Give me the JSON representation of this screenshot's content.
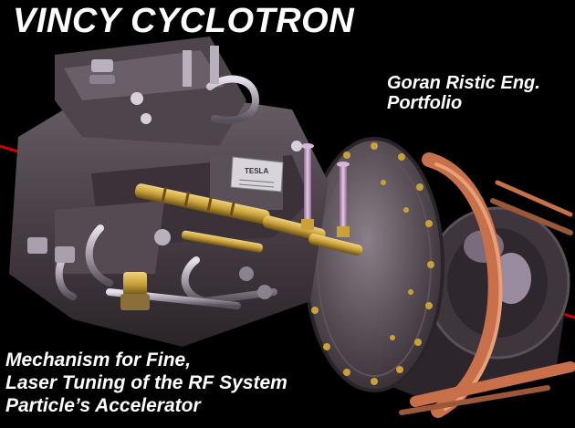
{
  "header": {
    "title": "VINCY CYCLOTRON"
  },
  "author": {
    "line1": "Goran Ristic Eng.",
    "line2": "Portfolio"
  },
  "caption": {
    "line1": "Mechanism for Fine,",
    "line2": "Laser Tuning of the RF System",
    "line3": "Particle’s Accelerator"
  },
  "render": {
    "plate_label": "TESLA"
  },
  "colors": {
    "background": "#000000",
    "text": "#ffffff",
    "laser": "#d40000",
    "copper": "#c8704a",
    "brass": "#c9a13a",
    "body": "#4a4048"
  }
}
